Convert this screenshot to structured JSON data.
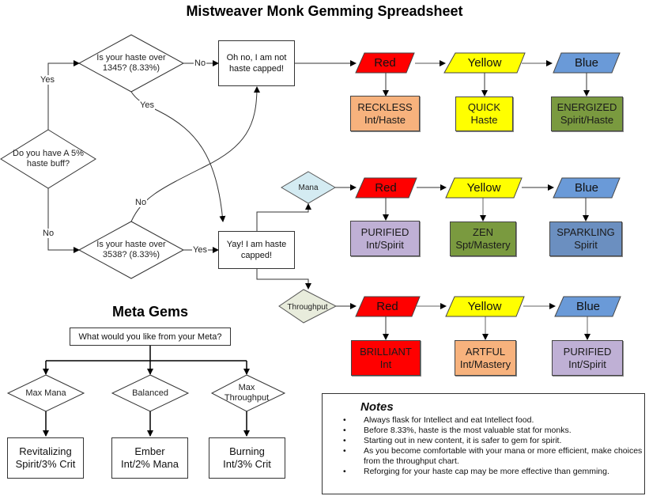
{
  "title": "Mistweaver Monk Gemming Spreadsheet",
  "flow": {
    "start_question": "Do you have A 5% haste buff?",
    "q_haste_1345": "Is your haste over 1345? (8.33%)",
    "q_haste_3538": "Is your haste over 3538? (8.33%)",
    "not_capped": "Oh no, I am not haste capped!",
    "capped": "Yay! I am haste capped!",
    "edge_labels": {
      "yes_buff": "Yes",
      "no_buff": "No",
      "no_1345": "No",
      "yes_1345": "Yes",
      "no_3538": "No",
      "yes_3538": "Yes"
    },
    "branch_mana": "Mana",
    "branch_throughput": "Throughput"
  },
  "rows": [
    {
      "name": "not-capped",
      "sockets": [
        {
          "color_label": "Red",
          "color": "#ff0000",
          "gem": "RECKLESS",
          "stats": "Int/Haste",
          "gem_color": "#f7b27d"
        },
        {
          "color_label": "Yellow",
          "color": "#ffff00",
          "gem": "QUICK",
          "stats": "Haste",
          "gem_color": "#ffff00"
        },
        {
          "color_label": "Blue",
          "color": "#6a9ad8",
          "gem": "ENERGIZED",
          "stats": "Spirit/Haste",
          "gem_color": "#7a9a3f"
        }
      ]
    },
    {
      "name": "mana",
      "sockets": [
        {
          "color_label": "Red",
          "color": "#ff0000",
          "gem": "PURIFIED",
          "stats": "Int/Spirit",
          "gem_color": "#bfb0d5"
        },
        {
          "color_label": "Yellow",
          "color": "#ffff00",
          "gem": "ZEN",
          "stats": "Spt/Mastery",
          "gem_color": "#7a9a3f"
        },
        {
          "color_label": "Blue",
          "color": "#6a9ad8",
          "gem": "SPARKLING",
          "stats": "Spirit",
          "gem_color": "#6b8fc0"
        }
      ]
    },
    {
      "name": "throughput",
      "sockets": [
        {
          "color_label": "Red",
          "color": "#ff0000",
          "gem": "BRILLIANT",
          "stats": "Int",
          "gem_color": "#ff0000"
        },
        {
          "color_label": "Yellow",
          "color": "#ffff00",
          "gem": "ARTFUL",
          "stats": "Int/Mastery",
          "gem_color": "#f7b27d"
        },
        {
          "color_label": "Blue",
          "color": "#6a9ad8",
          "gem": "PURIFIED",
          "stats": "Int/Spirit",
          "gem_color": "#bfb0d5"
        }
      ]
    }
  ],
  "meta": {
    "title": "Meta Gems",
    "question": "What would you like from your Meta?",
    "options": [
      {
        "choice": "Max Mana",
        "gem": "Revitalizing",
        "stats": "Spirit/3% Crit"
      },
      {
        "choice": "Balanced",
        "gem": "Ember",
        "stats": "Int/2% Mana"
      },
      {
        "choice": "Max Throughput",
        "gem": "Burning",
        "stats": "Int/3% Crit"
      }
    ]
  },
  "notes": {
    "title": "Notes",
    "items": [
      "Always flask for Intellect and eat Intellect food.",
      "Before 8.33%, haste is the most valuable stat for monks.",
      "Starting out in new content, it is safer to gem for spirit.",
      "As you become comfortable with your mana or more efficient, make choices from the throughput chart.",
      "Reforging for your haste cap may be more effective than gemming."
    ],
    "bullet": "•"
  },
  "colors": {
    "mana_diamond": "#d4ebf2",
    "throughput_diamond": "#e8ecdc"
  }
}
